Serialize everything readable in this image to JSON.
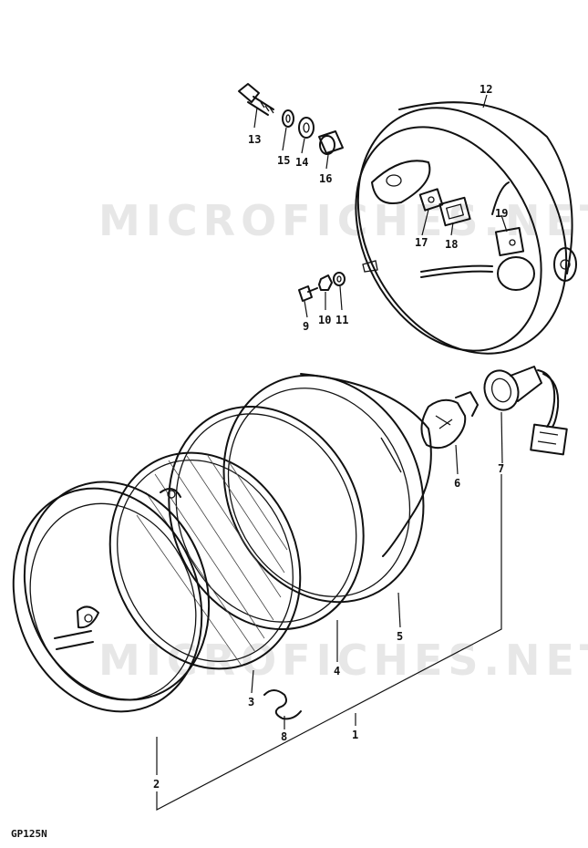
{
  "watermark": "MICROFICHES.NET",
  "model_code": "GP125N",
  "parts": [
    {
      "id": "1",
      "label": "1"
    },
    {
      "id": "2",
      "label": "2"
    },
    {
      "id": "3",
      "label": "3"
    },
    {
      "id": "4",
      "label": "4"
    },
    {
      "id": "5",
      "label": "5"
    },
    {
      "id": "6",
      "label": "6"
    },
    {
      "id": "7",
      "label": "7"
    },
    {
      "id": "8",
      "label": "8"
    },
    {
      "id": "9",
      "label": "9"
    },
    {
      "id": "10",
      "label": "10"
    },
    {
      "id": "11",
      "label": "11"
    },
    {
      "id": "12",
      "label": "12"
    },
    {
      "id": "13",
      "label": "13"
    },
    {
      "id": "14",
      "label": "14"
    },
    {
      "id": "15",
      "label": "15"
    },
    {
      "id": "16",
      "label": "16"
    },
    {
      "id": "17",
      "label": "17"
    },
    {
      "id": "18",
      "label": "18"
    },
    {
      "id": "19",
      "label": "19"
    }
  ]
}
